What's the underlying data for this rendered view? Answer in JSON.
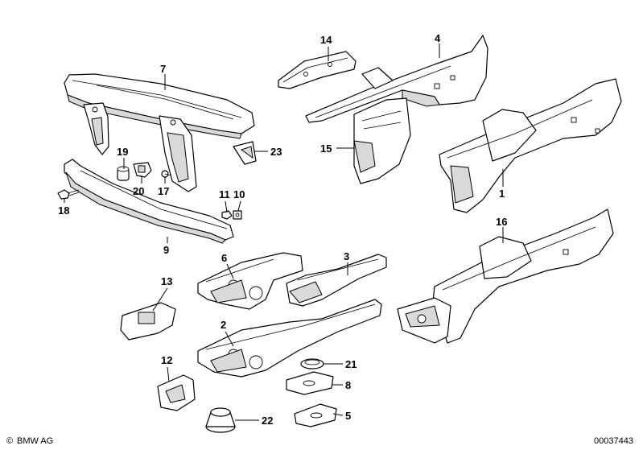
{
  "callouts": [
    {
      "id": "p1",
      "text": "1"
    },
    {
      "id": "p2",
      "text": "2"
    },
    {
      "id": "p3",
      "text": "3"
    },
    {
      "id": "p4",
      "text": "4"
    },
    {
      "id": "p5",
      "text": "5"
    },
    {
      "id": "p6",
      "text": "6"
    },
    {
      "id": "p7",
      "text": "7"
    },
    {
      "id": "p8",
      "text": "8"
    },
    {
      "id": "p9",
      "text": "9"
    },
    {
      "id": "p10",
      "text": "10"
    },
    {
      "id": "p11",
      "text": "11"
    },
    {
      "id": "p12",
      "text": "12"
    },
    {
      "id": "p13",
      "text": "13"
    },
    {
      "id": "p14",
      "text": "14"
    },
    {
      "id": "p15",
      "text": "15"
    },
    {
      "id": "p16",
      "text": "16"
    },
    {
      "id": "p17",
      "text": "17"
    },
    {
      "id": "p18",
      "text": "18"
    },
    {
      "id": "p19",
      "text": "19"
    },
    {
      "id": "p20",
      "text": "20"
    },
    {
      "id": "p21",
      "text": "21"
    },
    {
      "id": "p22",
      "text": "22"
    },
    {
      "id": "p23",
      "text": "23"
    }
  ],
  "footer": {
    "brand": "BMW AG",
    "copyright_symbol": "©",
    "diagram_number": "00037443"
  }
}
